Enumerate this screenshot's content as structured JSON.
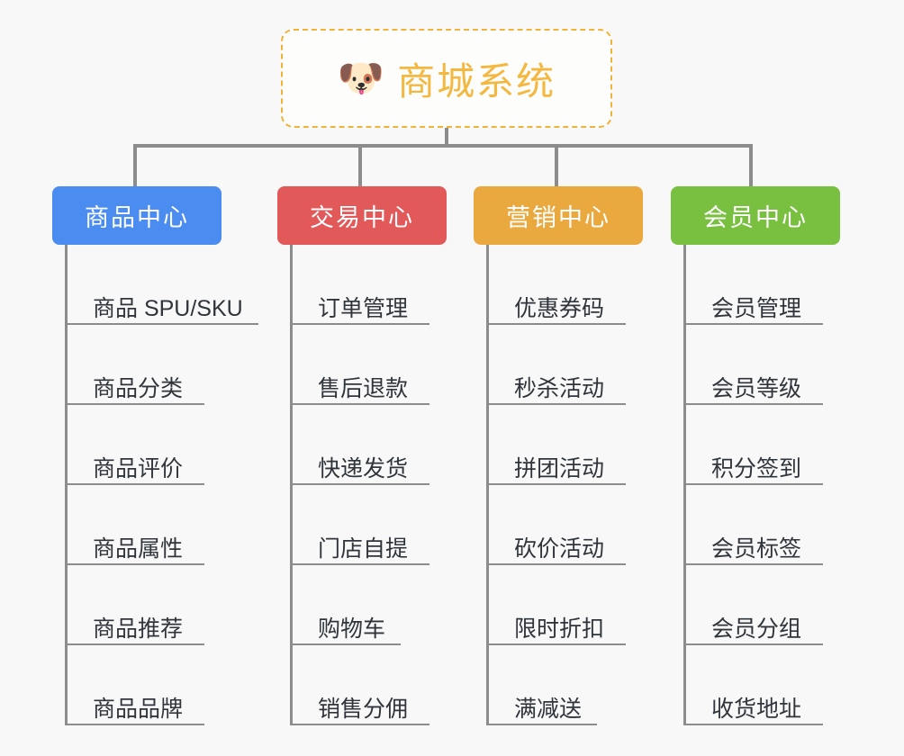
{
  "background_color": "#f8f8f8",
  "root": {
    "icon": "shiba-dog-face-icon",
    "emoji": "🐶",
    "title": "商城系统",
    "border_color": "#f0b33a",
    "text_color": "#f4b73f"
  },
  "connector_color": "#8c8c8c",
  "columns": [
    {
      "header": "商品中心",
      "color": "#4a8cf0",
      "items": [
        "商品 SPU/SKU",
        "商品分类",
        "商品评价",
        "商品属性",
        "商品推荐",
        "商品品牌"
      ]
    },
    {
      "header": "交易中心",
      "color": "#e2595a",
      "items": [
        "订单管理",
        "售后退款",
        "快递发货",
        "门店自提",
        "购物车",
        "销售分佣"
      ]
    },
    {
      "header": "营销中心",
      "color": "#eaa93f",
      "items": [
        "优惠券码",
        "秒杀活动",
        "拼团活动",
        "砍价活动",
        "限时折扣",
        "满减送"
      ]
    },
    {
      "header": "会员中心",
      "color": "#79c040",
      "items": [
        "会员管理",
        "会员等级",
        "积分签到",
        "会员标签",
        "会员分组",
        "收货地址"
      ]
    }
  ]
}
